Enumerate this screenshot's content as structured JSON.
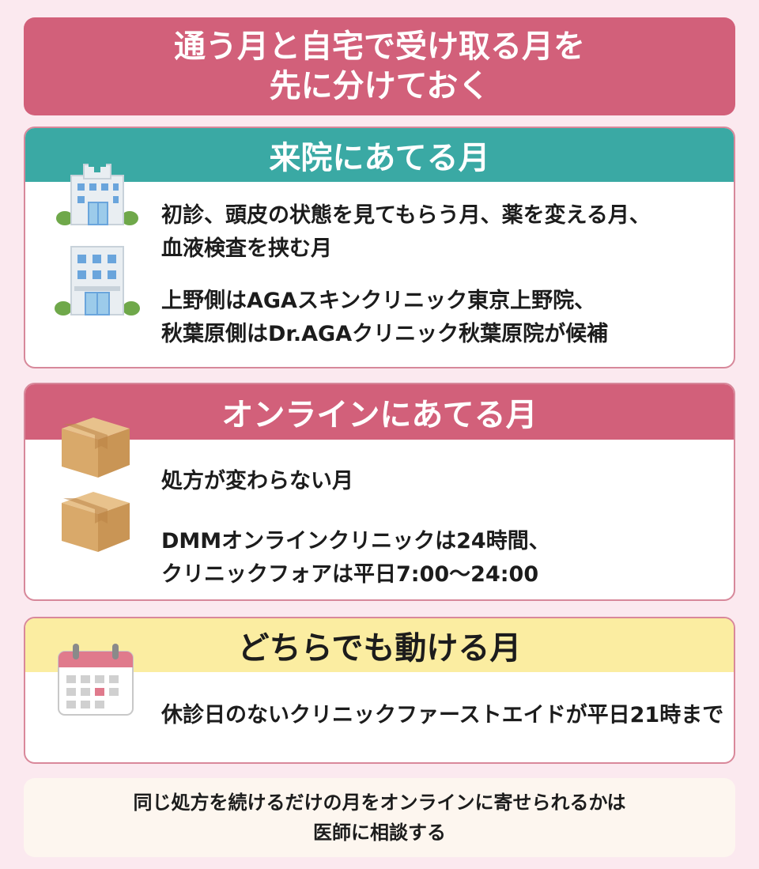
{
  "title": {
    "line1": "通う月と自宅で受け取る月を",
    "line2": "先に分けておく"
  },
  "sections": [
    {
      "heading": "来院にあてる月",
      "color": "#3aa9a4",
      "items": [
        {
          "icon": "hospital-icon",
          "line1": "初診、頭皮の状態を見てもらう月、薬を変える月、",
          "line2": "血液検査を挟む月"
        },
        {
          "icon": "clinic-building-icon",
          "line1": "上野側はAGAスキンクリニック東京上野院、",
          "line2": "秋葉原側はDr.AGAクリニック秋葉原院が候補"
        }
      ]
    },
    {
      "heading": "オンラインにあてる月",
      "color": "#d2607a",
      "items": [
        {
          "icon": "package-box-icon",
          "line1": "処方が変わらない月",
          "line2": ""
        },
        {
          "icon": "package-box-icon",
          "line1": "DMMオンラインクリニックは24時間、",
          "line2": "クリニックフォアは平日7:00〜24:00"
        }
      ]
    },
    {
      "heading": "どちらでも動ける月",
      "color": "#fbeda1",
      "items": [
        {
          "icon": "calendar-icon",
          "line1": "休診日のないクリニックファーストエイドが平日21時まで",
          "line2": ""
        }
      ]
    }
  ],
  "footer": {
    "line1": "同じ処方を続けるだけの月をオンラインに寄せられるかは",
    "line2": "医師に相談する"
  }
}
